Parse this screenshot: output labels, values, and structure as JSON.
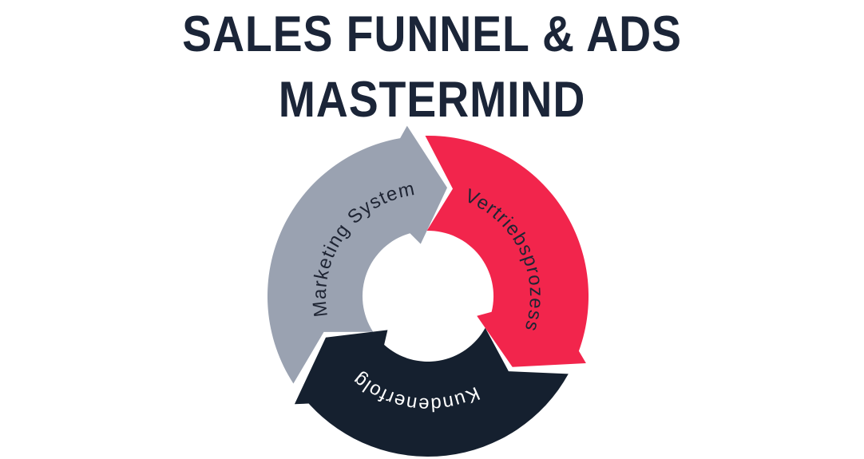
{
  "page": {
    "background": "#ffffff"
  },
  "title": {
    "line1": "SALES FUNNEL & ADS",
    "line2": "MASTERMIND",
    "color": "#1b2538"
  },
  "diagram": {
    "kind": "three-step-cycle-arrows",
    "direction": "clockwise",
    "segments": [
      {
        "id": "marketing-system",
        "label": "Marketing System",
        "color": "#9aa2b1",
        "label_color": "#1e2433",
        "position": "top-left"
      },
      {
        "id": "vertriebsprozess",
        "label": "Vertriebsprozess",
        "color": "#f2254c",
        "label_color": "#1e2433",
        "position": "right"
      },
      {
        "id": "kundenerfolg",
        "label": "Kundenerfolg",
        "color": "#15202f",
        "label_color": "#ffffff",
        "position": "bottom"
      }
    ]
  }
}
